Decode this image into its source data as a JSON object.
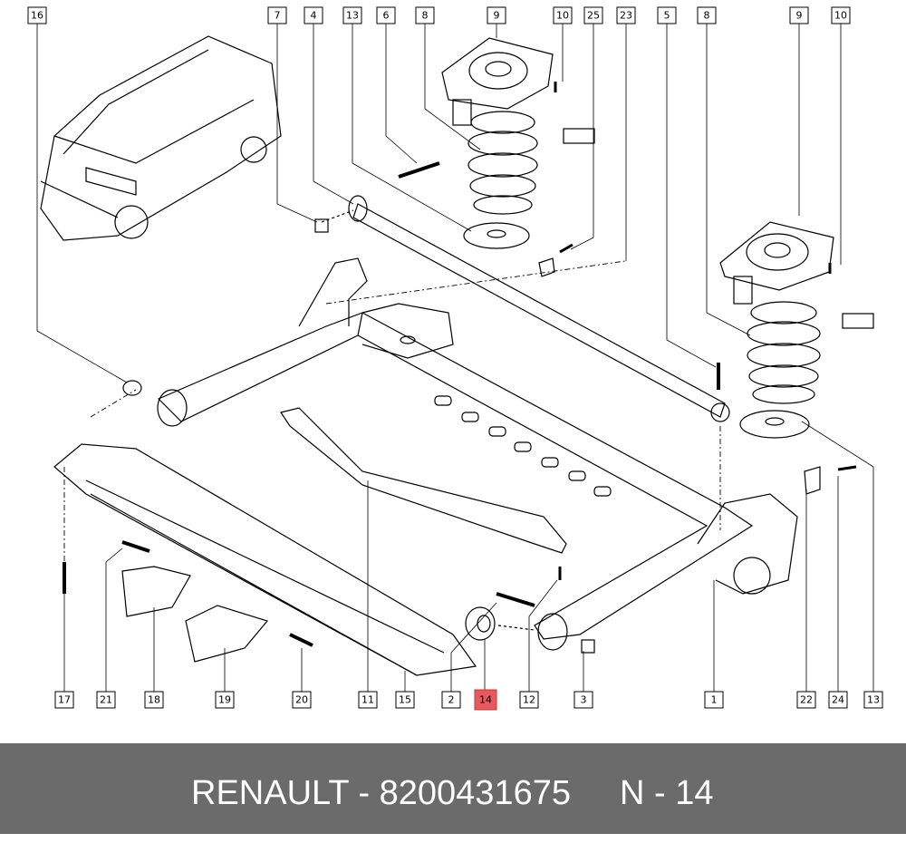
{
  "diagram": {
    "callouts": [
      {
        "id": "c16-top",
        "label": "16"
      },
      {
        "id": "c7",
        "label": "7"
      },
      {
        "id": "c4",
        "label": "4"
      },
      {
        "id": "c13-top",
        "label": "13"
      },
      {
        "id": "c6",
        "label": "6"
      },
      {
        "id": "c8-a",
        "label": "8"
      },
      {
        "id": "c9-a",
        "label": "9"
      },
      {
        "id": "c10-a",
        "label": "10"
      },
      {
        "id": "c25",
        "label": "25"
      },
      {
        "id": "c23",
        "label": "23"
      },
      {
        "id": "c5",
        "label": "5"
      },
      {
        "id": "c8-b",
        "label": "8"
      },
      {
        "id": "c9-b",
        "label": "9"
      },
      {
        "id": "c10-b",
        "label": "10"
      },
      {
        "id": "c17",
        "label": "17"
      },
      {
        "id": "c21",
        "label": "21"
      },
      {
        "id": "c18",
        "label": "18"
      },
      {
        "id": "c19",
        "label": "19"
      },
      {
        "id": "c20",
        "label": "20"
      },
      {
        "id": "c11",
        "label": "11"
      },
      {
        "id": "c15",
        "label": "15"
      },
      {
        "id": "c2",
        "label": "2"
      },
      {
        "id": "c14",
        "label": "14",
        "highlighted": true
      },
      {
        "id": "c12",
        "label": "12"
      },
      {
        "id": "c3",
        "label": "3"
      },
      {
        "id": "c1",
        "label": "1"
      },
      {
        "id": "c22",
        "label": "22"
      },
      {
        "id": "c24",
        "label": "24"
      },
      {
        "id": "c13-bottom",
        "label": "13"
      }
    ],
    "highlight_color": "#e8595f"
  },
  "footer": {
    "brand_part": "RENAULT - 8200431675",
    "position": "N - 14"
  }
}
